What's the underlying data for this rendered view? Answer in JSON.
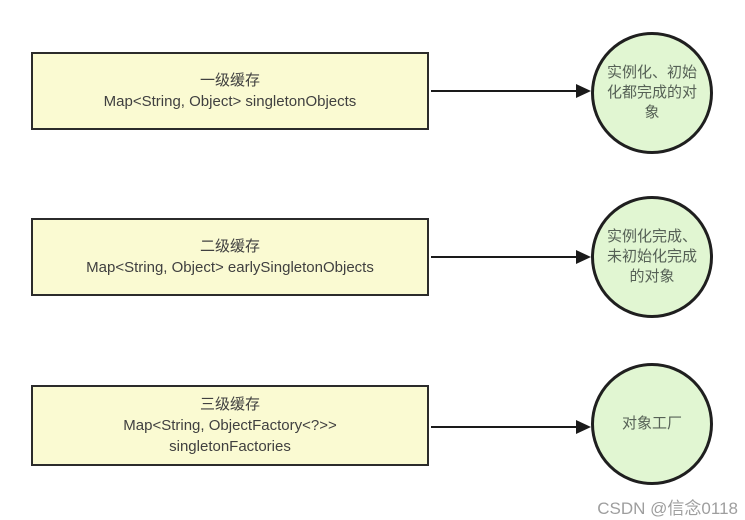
{
  "diagram": {
    "rows": [
      {
        "box": {
          "title": "一级缓存",
          "code": "Map<String, Object> singletonObjects"
        },
        "circle": "实例化、初始化都完成的对象"
      },
      {
        "box": {
          "title": "二级缓存",
          "code": "Map<String, Object> earlySingletonObjects"
        },
        "circle": "实例化完成、未初始化完成的对象"
      },
      {
        "box": {
          "title": "三级缓存",
          "code": "Map<String, ObjectFactory<?>>\nsingletonFactories"
        },
        "circle": "对象工厂"
      }
    ],
    "watermark": "CSDN @信念0118"
  },
  "colors": {
    "box_fill": "#fafad2",
    "box_border": "#2b2b2b",
    "circle_fill": "#e1f6d2",
    "circle_border": "#1f1f1f",
    "arrow": "#1a1a1a",
    "box_text": "#404040",
    "circle_text": "#566156",
    "watermark_text": "#9e9e9e"
  }
}
